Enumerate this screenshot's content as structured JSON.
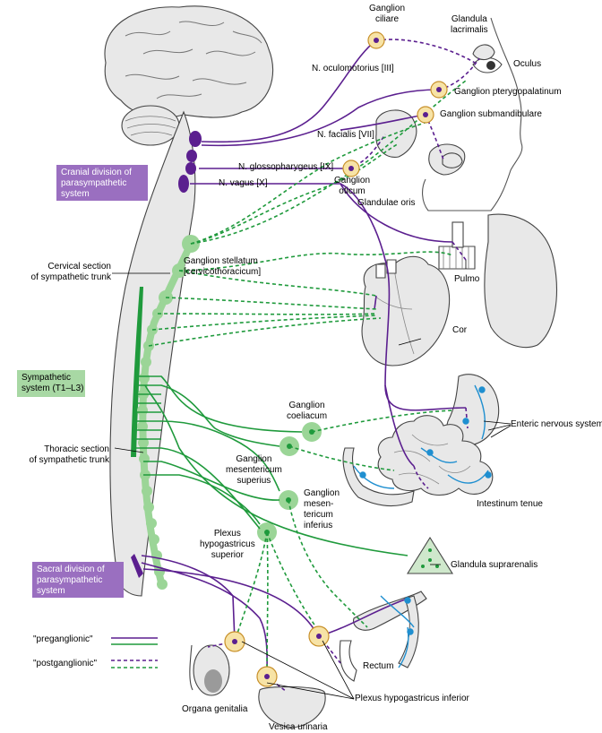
{
  "labels": {
    "ganglion_ciliare": "Ganglion\nciliare",
    "glandula_lacrimalis": "Glandula\nlacrimalis",
    "oculus": "Oculus",
    "n_oculomotorius": "N. oculomotorius [III]",
    "ganglion_pterygopalatinum": "Ganglion pterygopalatinum",
    "ganglion_submandibulare": "Ganglion submandibulare",
    "n_facialis": "N. facialis [VII]",
    "n_glossopharygeus": "N. glossopharygeus [IX]",
    "ganglion_oticum": "Ganglion\noticum",
    "n_vagus": "N. vagus [X]",
    "glandulae_oris": "Glandulae oris",
    "cervical_section": "Cervical section\nof sympathetic trunk",
    "ganglion_stellatum": "Ganglion stellatum\n[cervicothoracicum]",
    "pulmo": "Pulmo",
    "cor": "Cor",
    "ganglion_coeliacum": "Ganglion\ncoeliacum",
    "enteric_nervous_system": "Enteric nervous system",
    "thoracic_section": "Thoracic section\nof sympathetic trunk",
    "ganglion_mesentericum_superius": "Ganglion\nmesentericum\nsuperius",
    "ganglion_mesentericum_inferius": "Ganglion\nmesen-\ntericum\ninferius",
    "intestinum_tenue": "Intestinum tenue",
    "plexus_hypogastricus_superior": "Plexus\nhypogastricus\nsuperior",
    "glandula_suprarenalis": "Glandula suprarenalis",
    "rectum": "Rectum",
    "plexus_hypogastricus_inferior": "Plexus hypogastricus inferior",
    "organa_genitalia": "Organa genitalia",
    "vesica_urinaria": "Vesica urinaria"
  },
  "boxes": {
    "cranial": "Cranial division of\nparasympathetic\nsystem",
    "sympathetic": "Sympathetic\nsystem (T1–L3)",
    "sacral": "Sacral division of\nparasympathetic\nsystem"
  },
  "legend": {
    "pre": "\"preganglionic\"",
    "post": "\"postganglionic\""
  },
  "colors": {
    "parasympathetic": "#5b1f8f",
    "sympathetic": "#1f9a3c",
    "sympathetic_light": "#9bd597",
    "ganglion_fill": "#f7e3a6",
    "ganglion_stroke": "#c8902a",
    "enteric": "#1f8fd0",
    "cranial_box": "#9a6fc0",
    "sympathetic_box": "#a8d8a4"
  }
}
